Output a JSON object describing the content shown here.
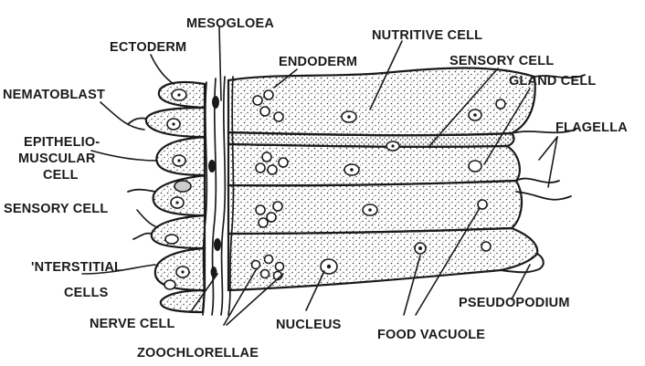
{
  "diagram": {
    "labels": {
      "mesogloea": "MESOGLOEA",
      "ectoderm": "ECTODERM",
      "nutritive_cell": "NUTRITIVE CELL",
      "endoderm": "ENDODERM",
      "sensory_cell_top": "SENSORY CELL",
      "gland_cell": "GLAND CELL",
      "nematoblast": "NEMATOBLAST",
      "epithelio_line1": "EPITHELIO-",
      "epithelio_line2": "MUSCULAR",
      "epithelio_line3": "CELL",
      "flagella": "FLAGELLA",
      "sensory_cell_left": "SENSORY CELL",
      "interstitial_line1": "'NTERSTITIAL",
      "interstitial_line2": "CELLS",
      "pseudopodium": "PSEUDOPODIUM",
      "nerve_cell": "NERVE CELL",
      "nucleus": "NUCLEUS",
      "food_vacuole": "FOOD VACUOLE",
      "zoochlorellae": "ZOOCHLORELLAE"
    }
  }
}
